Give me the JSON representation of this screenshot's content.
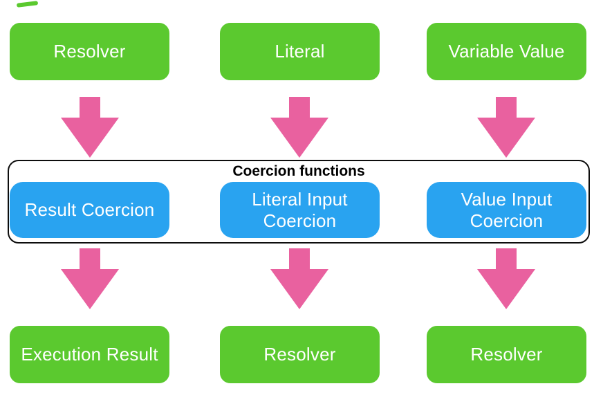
{
  "diagram": {
    "group_label": "Coercion functions",
    "columns": [
      {
        "source": "Resolver",
        "coercion": "Result Coercion",
        "result": "Execution Result"
      },
      {
        "source": "Literal",
        "coercion": "Literal Input Coercion",
        "result": "Resolver"
      },
      {
        "source": "Variable Value",
        "coercion": "Value Input Coercion",
        "result": "Resolver"
      }
    ],
    "icons": {
      "arrow": "down-block-arrow"
    },
    "colors": {
      "green": "#5bc92f",
      "blue": "#29a3f0",
      "pink": "#e9619f",
      "border": "#0d0d0d",
      "text": "#ffffff",
      "title": "#000000"
    }
  }
}
